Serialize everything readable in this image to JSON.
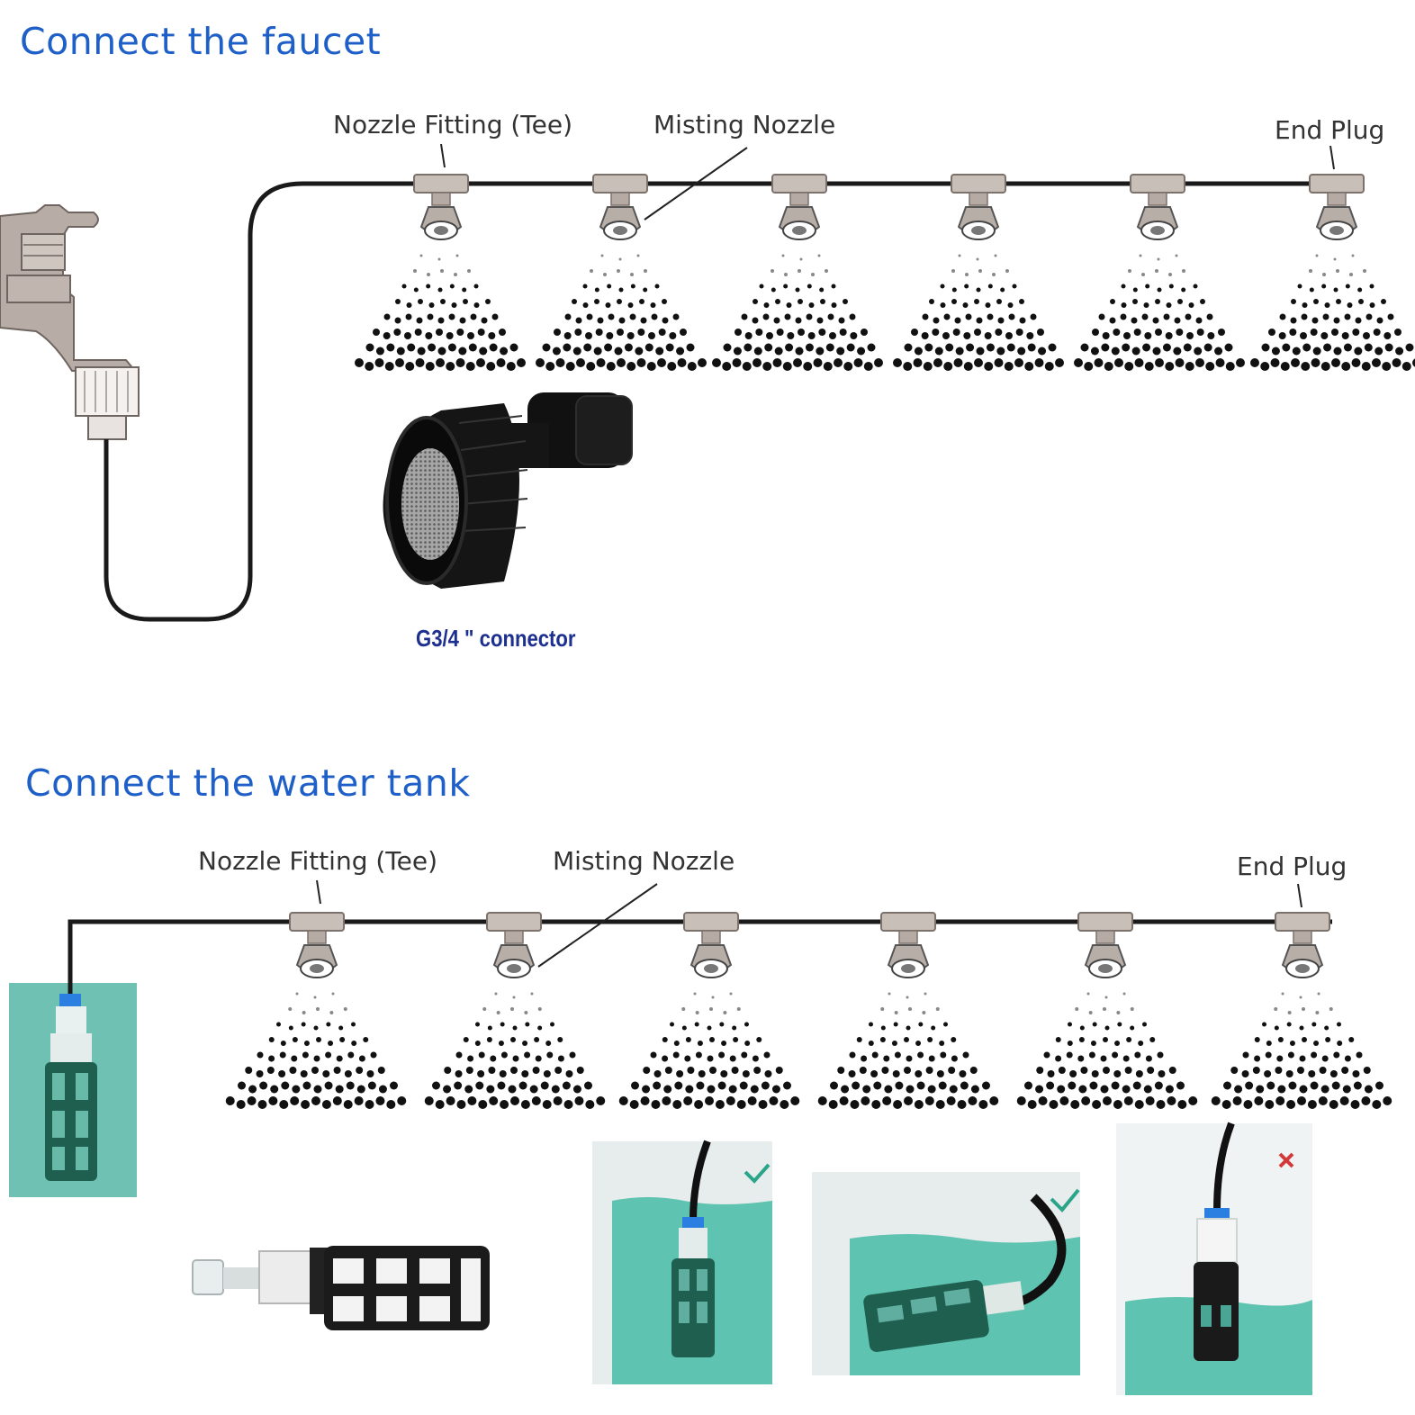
{
  "colors": {
    "title": "#1f5fc8",
    "label_dark_blue": "#1d2f8f",
    "pipe": "#1a1a1a",
    "fitting": "#c8bfb8",
    "faucet": "#b8aca6",
    "water": "#5ec3b0",
    "tank": "#6fc2b3",
    "filter": "#1f5f50",
    "check": "#2aa58a",
    "cross": "#d23a3a"
  },
  "faucet_section": {
    "title": "Connect the faucet",
    "label_tee": "Nozzle Fitting (Tee)",
    "label_nozzle": "Misting Nozzle",
    "label_end": "End Plug",
    "connector_label": "G3/4 \" connector",
    "nozzle_count": 6,
    "icons": [
      "faucet-icon",
      "connector-icon"
    ]
  },
  "tank_section": {
    "title": "Connect the water tank",
    "label_tee": "Nozzle Fitting (Tee)",
    "label_nozzle": "Misting Nozzle",
    "label_end": "End Plug",
    "nozzle_count": 6,
    "icons": [
      "filter-icon",
      "water-tank-icon"
    ],
    "placement_examples": [
      {
        "name": "vertical-submerged",
        "status": "check"
      },
      {
        "name": "horizontal-submerged",
        "status": "check"
      },
      {
        "name": "partially-submerged",
        "status": "cross"
      }
    ]
  }
}
